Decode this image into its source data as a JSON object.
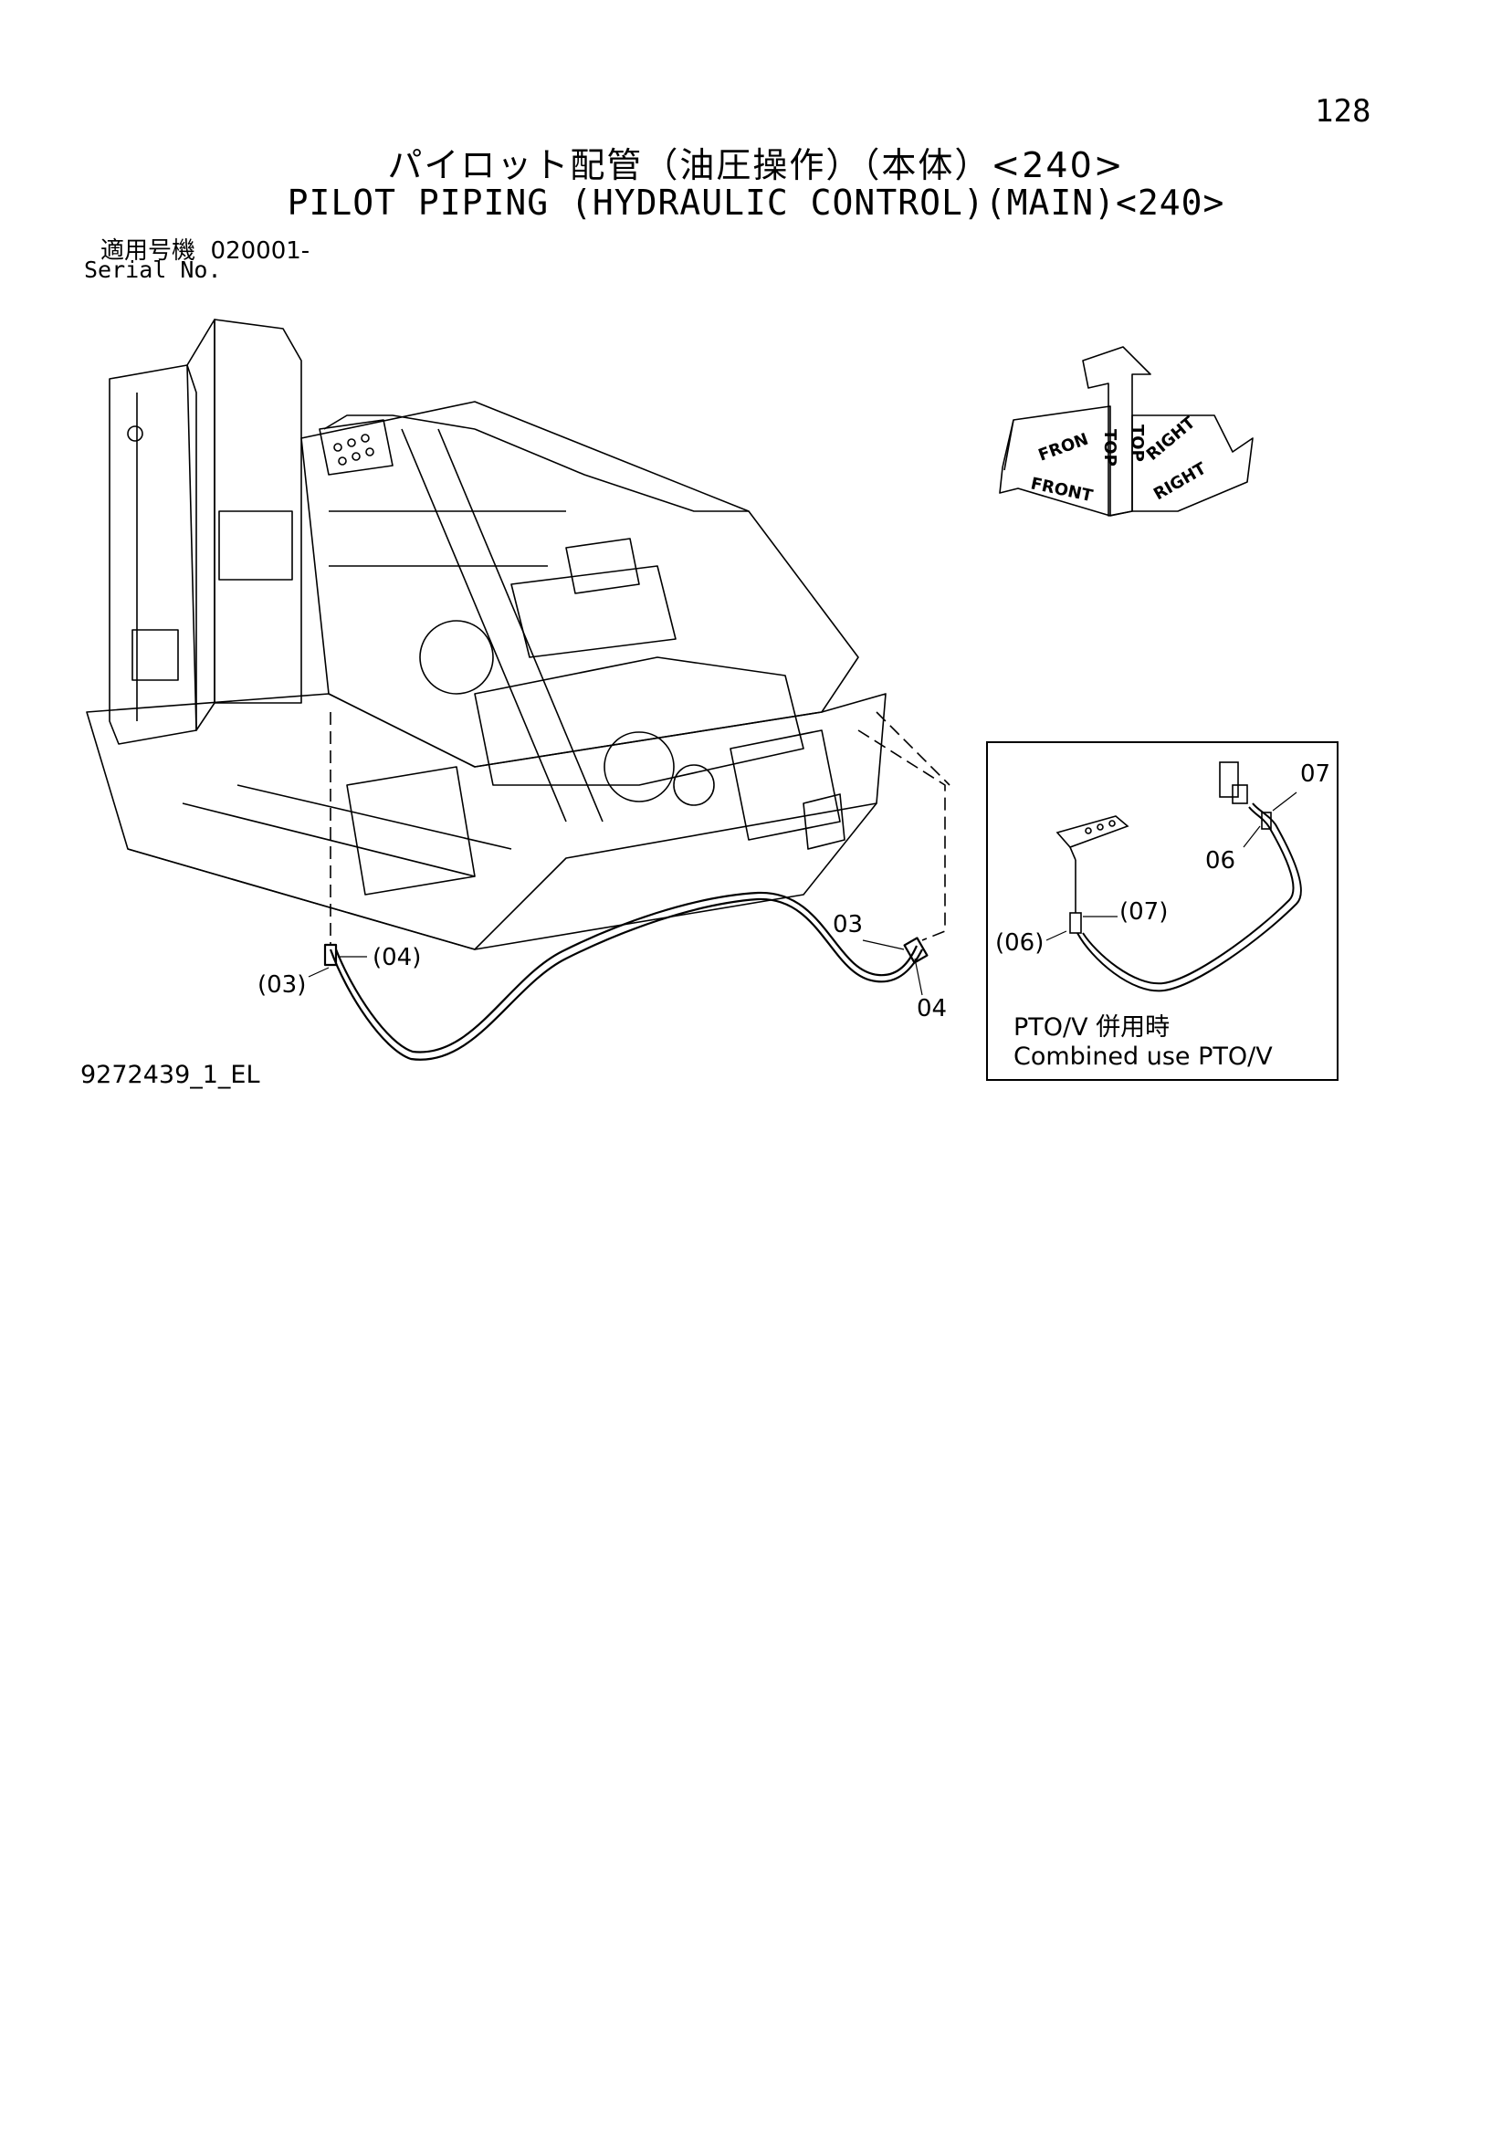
{
  "header": {
    "page_number": "128",
    "title_jp": "パイロット配管（油圧操作）（本体）<240>",
    "title_en": "PILOT PIPING (HYDRAULIC CONTROL)(MAIN)<240>"
  },
  "serial": {
    "label_jp": "適用号機",
    "value": "020001-",
    "label_en": "Serial No."
  },
  "orientation_icon": {
    "labels": [
      "FRON",
      "FRONT",
      "TOP",
      "TOP",
      "RIGHT",
      "RIGHT"
    ]
  },
  "main_callouts": {
    "left_paren_03": "(03)",
    "left_paren_04": "(04)",
    "right_03": "03",
    "right_04": "04"
  },
  "inset": {
    "callout_07": "07",
    "callout_06": "06",
    "callout_paren_06": "(06)",
    "callout_paren_07": "(07)",
    "caption_jp": "PTO/V 併用時",
    "caption_en": "Combined use PTO/V"
  },
  "footer": {
    "drawing_id": "9272439_1_EL"
  }
}
